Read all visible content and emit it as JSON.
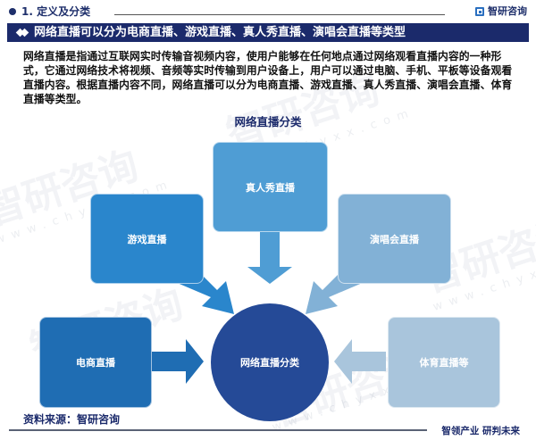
{
  "header": {
    "section_title": "1. 定义及分类",
    "brand_name": "智研咨询",
    "banner_title": "网络直播可以分为电商直播、游戏直播、真人秀直播、演唱会直播等类型"
  },
  "body": {
    "paragraph": "网络直播是指通过互联网实时传输音视频内容，使用户能够在任何地点通过网络观看直播内容的一种形式，它通过网络技术将视频、音频等实时传输到用户设备上，用户可以通过电脑、手机、平板等设备观看直播内容。根据直播内容不同，网络直播可以分为电商直播、游戏直播、真人秀直播、演唱会直播、体育直播等类型。"
  },
  "diagram": {
    "title": "网络直播分类",
    "center": {
      "label": "网络直播分类",
      "color": "#254a97"
    },
    "nodes": [
      {
        "id": "ecommerce",
        "label": "电商直播",
        "color": "#1f6db3"
      },
      {
        "id": "gaming",
        "label": "游戏直播",
        "color": "#2a86cc"
      },
      {
        "id": "reality",
        "label": "真人秀直播",
        "color": "#4f9dd4"
      },
      {
        "id": "concert",
        "label": "演唱会直播",
        "color": "#82b1d6"
      },
      {
        "id": "sports",
        "label": "体育直播等",
        "color": "#a9c5dc"
      }
    ]
  },
  "watermark": {
    "text": "智研咨询",
    "url_text": "www.chyxx.com"
  },
  "footer": {
    "source": "资料来源：智研咨询",
    "slogan": "智领产业  研判未来"
  }
}
